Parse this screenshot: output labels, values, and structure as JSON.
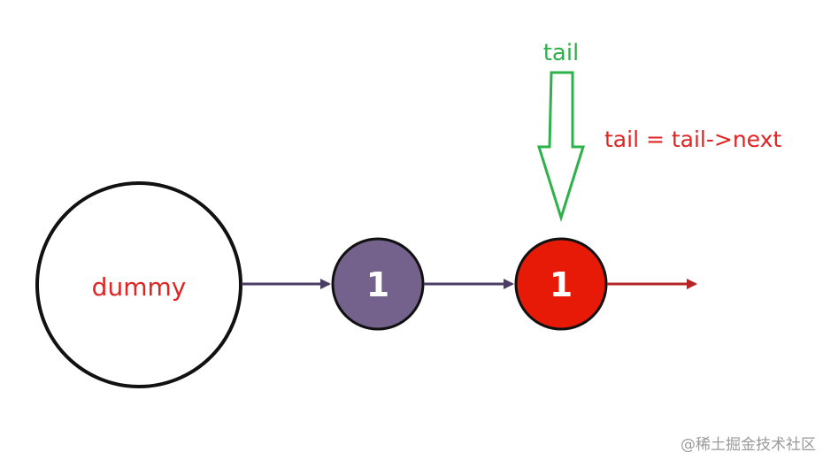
{
  "colors": {
    "dummy_text": "#e02424",
    "node_purple": "#75628c",
    "node_red": "#e61a06",
    "node_text": "#ffffff",
    "link_dark": "#4a3d66",
    "link_red": "#b52525",
    "pointer_green": "#2eb04a",
    "assign_red": "#e02424",
    "watermark": "#9a9a9a",
    "stroke": "#111111"
  },
  "nodes": {
    "dummy": {
      "label": "dummy"
    },
    "first": {
      "value": "1"
    },
    "second": {
      "value": "1"
    }
  },
  "pointer": {
    "label": "tail"
  },
  "assignment": {
    "text": "tail = tail->next"
  },
  "watermark": {
    "text": "@稀土掘金技术社区"
  }
}
